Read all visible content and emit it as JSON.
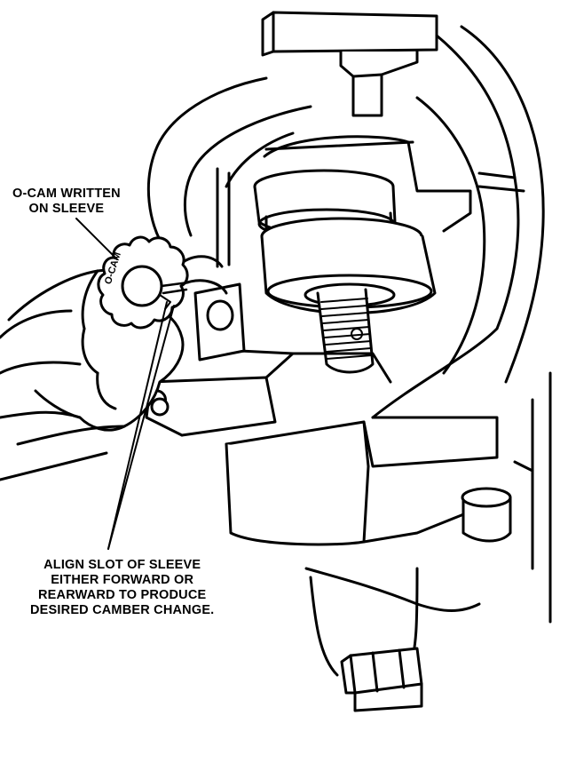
{
  "callouts": {
    "top_line1": "O-CAM WRITTEN",
    "top_line2": "ON SLEEVE",
    "bottom_line1": "ALIGN SLOT OF SLEEVE",
    "bottom_line2": "EITHER FORWARD OR",
    "bottom_line3": "REARWARD TO PRODUCE",
    "bottom_line4": "DESIRED CAMBER CHANGE."
  },
  "sleeve_label": "O-CAM",
  "colors": {
    "ink": "#000000",
    "paper": "#ffffff"
  }
}
